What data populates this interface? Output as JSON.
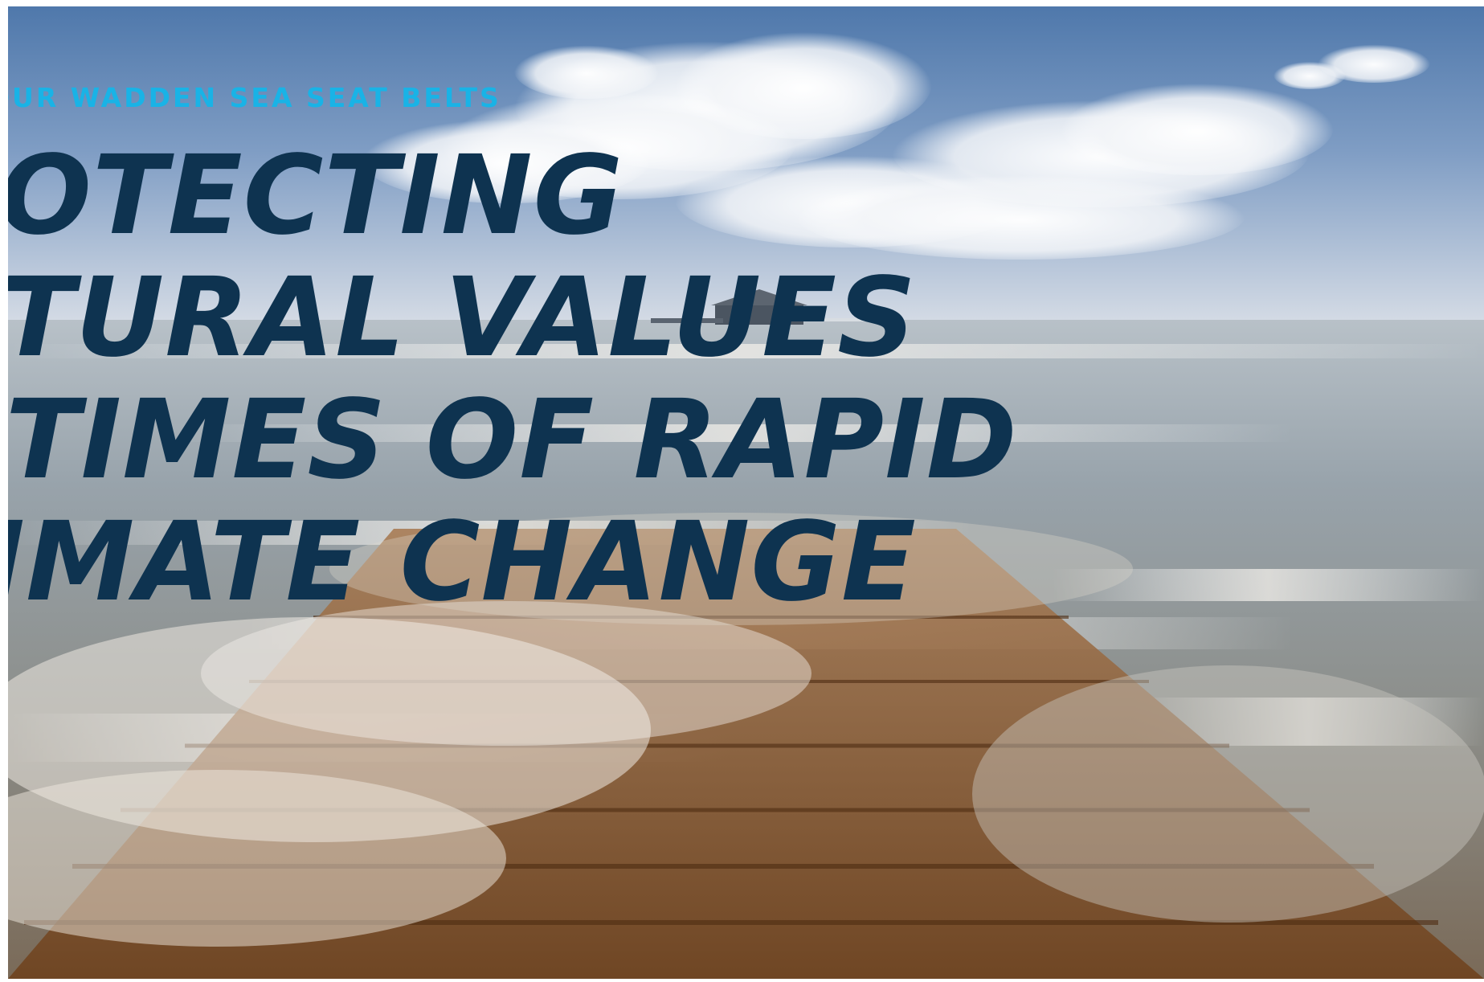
{
  "hero": {
    "kicker": "OUR WADDEN SEA SEAT BELTS",
    "headline_lines": [
      "PROTECTING",
      "NATURAL VALUES",
      "IN TIMES OF RAPID",
      "CLIMATE CHANGE"
    ]
  },
  "colors": {
    "kicker": "#19b3e6",
    "headline": "#0e3350",
    "sky_top": "#5f86b6",
    "sea": "#8b9aa6",
    "boardwalk": "#8a5a30"
  },
  "icons": []
}
